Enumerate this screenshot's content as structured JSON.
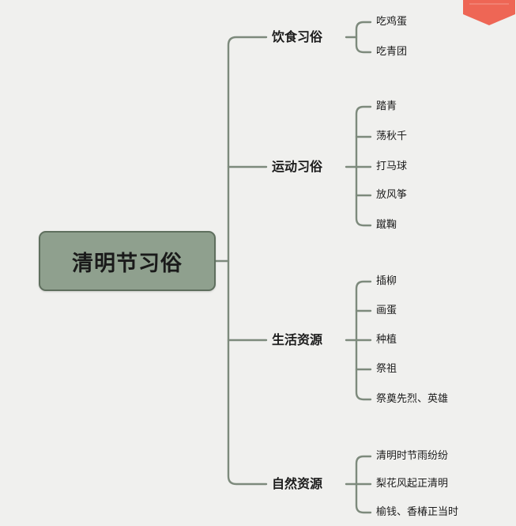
{
  "root": {
    "label": "清明节习俗"
  },
  "branches": [
    {
      "label": "饮食习俗",
      "items": [
        "吃鸡蛋",
        "吃青团"
      ]
    },
    {
      "label": "运动习俗",
      "items": [
        "踏青",
        "荡秋千",
        "打马球",
        "放风筝",
        "蹴鞠"
      ]
    },
    {
      "label": "生活资源",
      "items": [
        "插柳",
        "画蛋",
        "种植",
        "祭祖",
        "祭奠先烈、英雄"
      ]
    },
    {
      "label": "自然资源",
      "items": [
        "清明时节雨纷纷",
        "梨花风起正清明",
        "榆钱、香椿正当时"
      ]
    }
  ],
  "colors": {
    "background": "#f0f0ee",
    "root_fill": "#8fa08e",
    "root_border": "#5f6f5e",
    "connector": "#7d8a7c",
    "corner_badge": "#ee6655"
  },
  "icons": {
    "corner_badge": "red-pennant-badge-icon"
  }
}
